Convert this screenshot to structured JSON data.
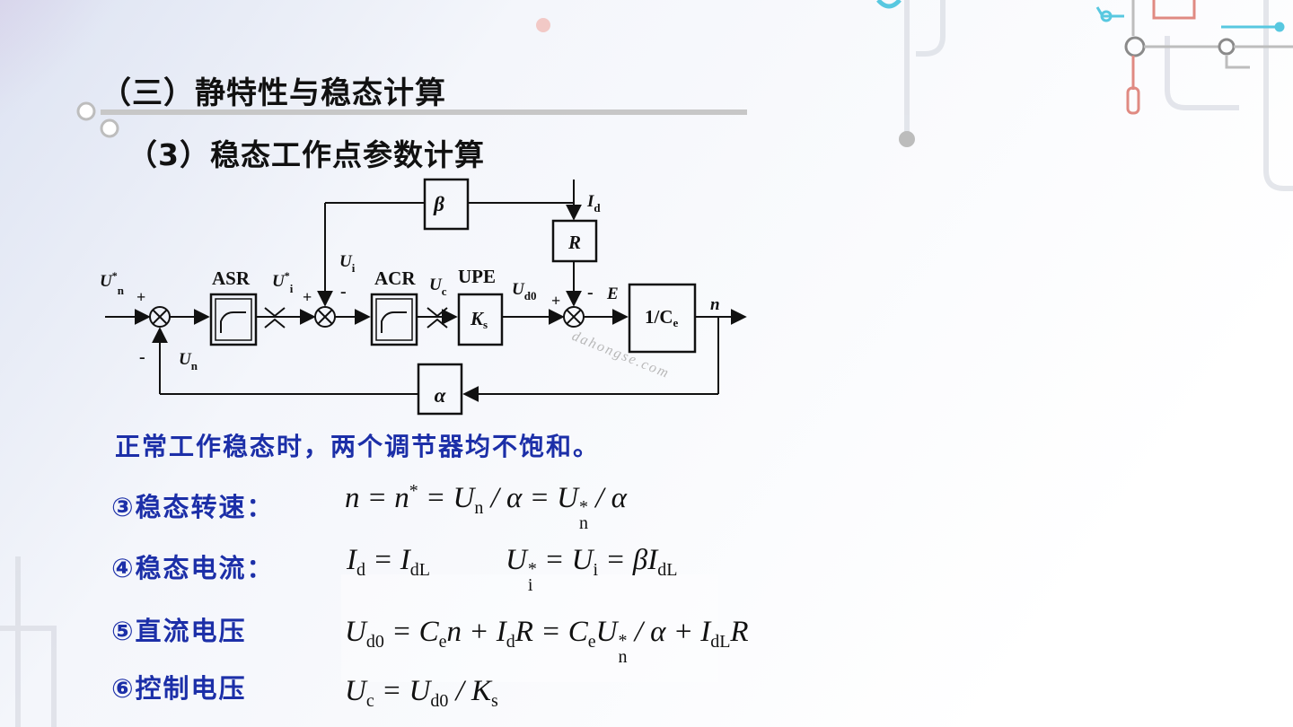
{
  "slide": {
    "title": "（三）静特性与稳态计算",
    "subtitle": "（3）稳态工作点参数计算"
  },
  "diagram": {
    "blocks": {
      "asr": "ASR",
      "acr": "ACR",
      "upe": "UPE",
      "beta": "β",
      "alpha": "α",
      "r": "R",
      "ks_main": "K",
      "ks_sub": "s",
      "ce_main": "1/C",
      "ce_sub": "e"
    },
    "signals": {
      "un_ref_main": "U",
      "un_ref_sup": "*",
      "un_ref_sub": "n",
      "ui_ref_main": "U",
      "ui_ref_sup": "*",
      "ui_ref_sub": "i",
      "ui_main": "U",
      "ui_sub": "i",
      "uc_main": "U",
      "uc_sub": "c",
      "ud0_main": "U",
      "ud0_sub": "d0",
      "id_main": "I",
      "id_sub": "d",
      "e": "E",
      "n": "n",
      "un_main": "U",
      "un_sub": "n"
    },
    "signs": {
      "plus": "+",
      "minus": "-"
    },
    "watermark": "dahongse.com"
  },
  "statement": "正常工作稳态时，两个调节器均不饱和。",
  "items": [
    {
      "label": "③稳态转速："
    },
    {
      "label": "④稳态电流："
    },
    {
      "label": "⑤直流电压"
    },
    {
      "label": "⑥控制电压"
    }
  ],
  "equations": {
    "eq1": {
      "a": "n",
      "b": " = n",
      "star": "*",
      "c": " = U",
      "un": "n",
      "d": " / α = U",
      "e": " / α"
    },
    "eq2a": {
      "a": "I",
      "ad": "d",
      "b": " = I",
      "bd": "dL"
    },
    "eq2b": {
      "a": "U",
      "as": "*",
      "ai": "i",
      "b": " = U",
      "bi": "i",
      "c": " = βI",
      "cd": "dL"
    },
    "eq3": {
      "a": "U",
      "ad": "d0",
      "b": " = C",
      "be": "e",
      "c": "n + I",
      "cd": "d",
      "d": "R = C",
      "de": "e",
      "e": "U",
      "es": "*",
      "en": "n",
      "f": " / α + I",
      "fd": "dL",
      "g": "R"
    },
    "eq4": {
      "a": "U",
      "ac": "c",
      "b": " = U",
      "bd": "d0",
      "c": " / K",
      "cs": "s"
    }
  },
  "colors": {
    "label_blue": "#1c2fa8",
    "deco_red": "#e08a82",
    "deco_cyan": "#58c8e0",
    "deco_grey": "#c8c8c8"
  }
}
